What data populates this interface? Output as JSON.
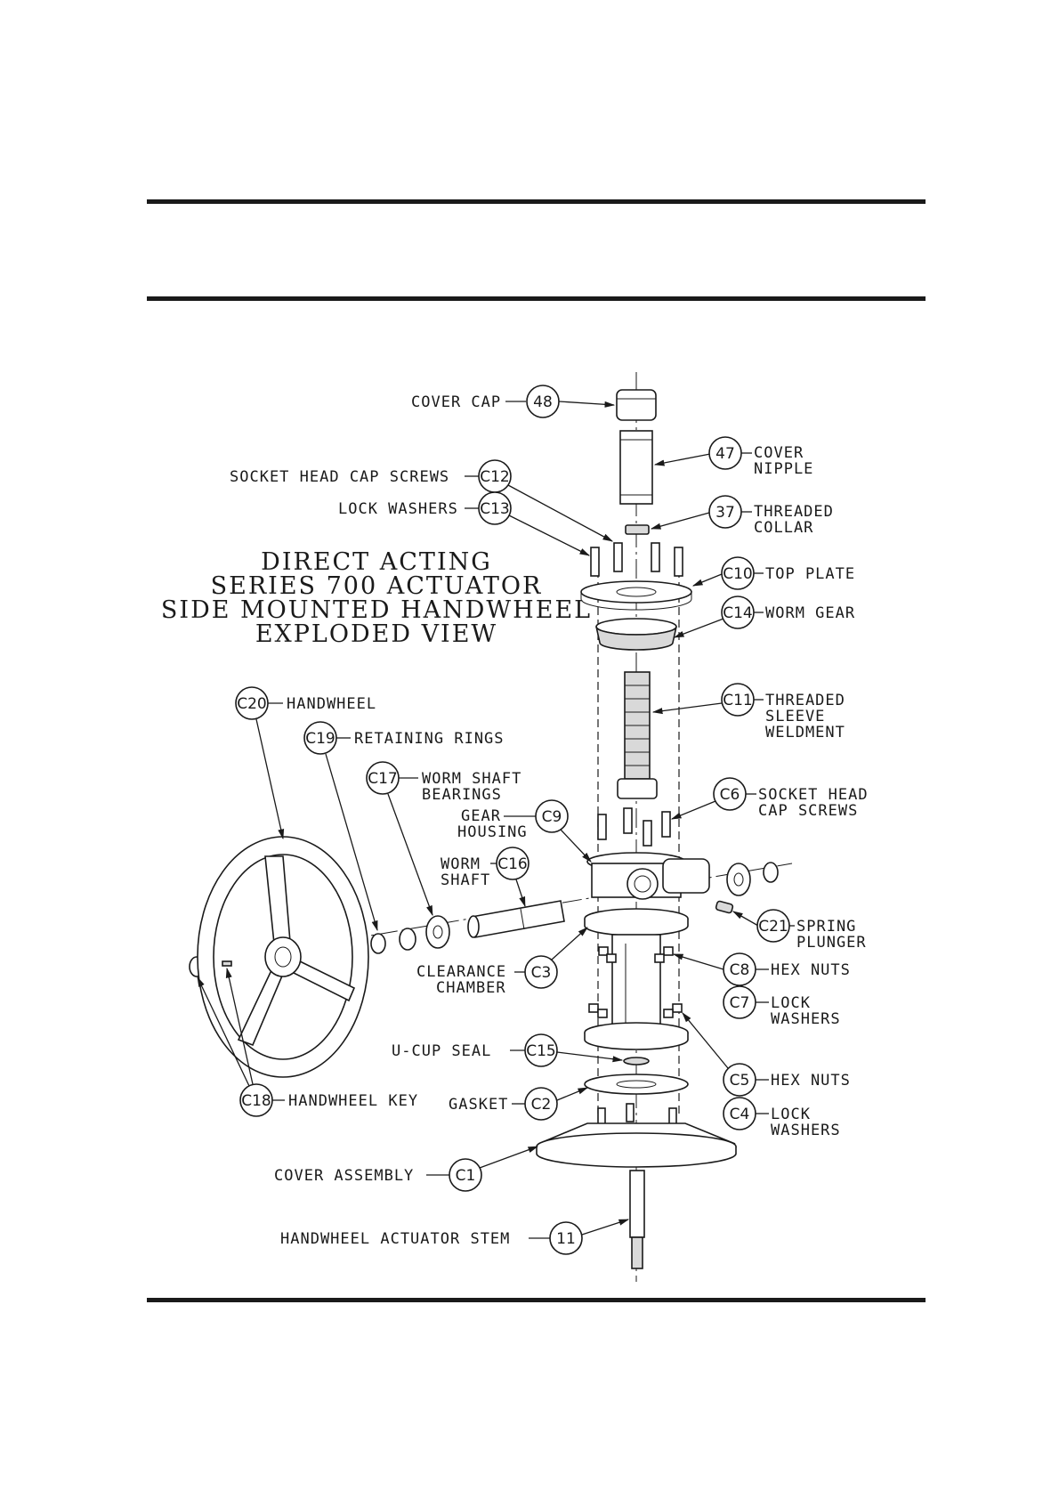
{
  "title": {
    "line1": "DIRECT ACTING",
    "line2": "SERIES 700 ACTUATOR",
    "line3": "SIDE MOUNTED HANDWHEEL",
    "line4": "EXPLODED VIEW"
  },
  "callouts": {
    "c48": {
      "num": "48",
      "label1": "COVER CAP",
      "label2": ""
    },
    "c47": {
      "num": "47",
      "label1": "COVER",
      "label2": "NIPPLE"
    },
    "c12": {
      "num": "C12",
      "label1": "SOCKET HEAD CAP SCREWS",
      "label2": ""
    },
    "c13": {
      "num": "C13",
      "label1": "LOCK WASHERS",
      "label2": ""
    },
    "c37": {
      "num": "37",
      "label1": "THREADED",
      "label2": "COLLAR"
    },
    "c10": {
      "num": "C10",
      "label1": "TOP PLATE",
      "label2": ""
    },
    "c14": {
      "num": "C14",
      "label1": "WORM GEAR",
      "label2": ""
    },
    "c11": {
      "num": "C11",
      "label1": "THREADED",
      "label2": "SLEEVE",
      "label3": "WELDMENT"
    },
    "c20": {
      "num": "C20",
      "label1": "HANDWHEEL",
      "label2": ""
    },
    "c19": {
      "num": "C19",
      "label1": "RETAINING RINGS",
      "label2": ""
    },
    "c17": {
      "num": "C17",
      "label1": "WORM SHAFT",
      "label2": "BEARINGS"
    },
    "c6": {
      "num": "C6",
      "label1": "SOCKET HEAD",
      "label2": "CAP SCREWS"
    },
    "c9": {
      "num": "C9",
      "label1": "GEAR",
      "label2": "HOUSING"
    },
    "c16": {
      "num": "C16",
      "label1": "WORM",
      "label2": "SHAFT"
    },
    "c21": {
      "num": "C21",
      "label1": "SPRING",
      "label2": "PLUNGER"
    },
    "c3": {
      "num": "C3",
      "label1": "CLEARANCE",
      "label2": "CHAMBER"
    },
    "c8": {
      "num": "C8",
      "label1": "HEX NUTS",
      "label2": ""
    },
    "c7": {
      "num": "C7",
      "label1": "LOCK",
      "label2": "WASHERS"
    },
    "c15": {
      "num": "C15",
      "label1": "U-CUP SEAL",
      "label2": ""
    },
    "c5": {
      "num": "C5",
      "label1": "HEX NUTS",
      "label2": ""
    },
    "c18": {
      "num": "C18",
      "label1": "HANDWHEEL KEY",
      "label2": ""
    },
    "c2": {
      "num": "C2",
      "label1": "GASKET",
      "label2": ""
    },
    "c4": {
      "num": "C4",
      "label1": "LOCK",
      "label2": "WASHERS"
    },
    "c1": {
      "num": "C1",
      "label1": "COVER ASSEMBLY",
      "label2": ""
    },
    "c11s": {
      "num": "11",
      "label1": "HANDWHEEL ACTUATOR STEM",
      "label2": ""
    }
  }
}
